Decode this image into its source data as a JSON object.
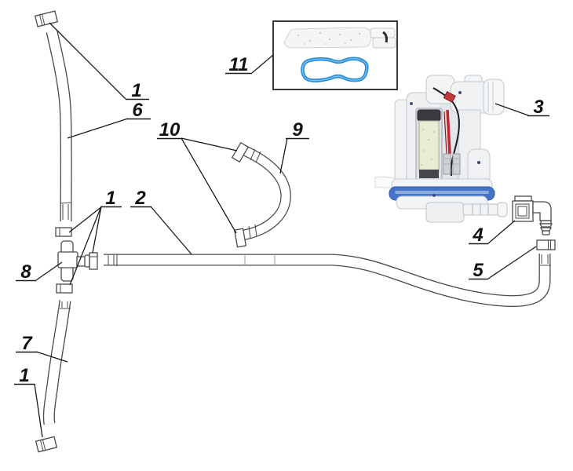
{
  "callouts": {
    "clamp_top": "1",
    "hose_upper": "6",
    "curved_hose_clamps": "10",
    "hose_curved": "9",
    "filter_gasket_kit": "11",
    "pump_module": "3",
    "elbow_connector": "4",
    "outlet_clamp": "5",
    "hose_main": "2",
    "tee_area_clamps": "1",
    "tee_fitting": "8",
    "hose_lower": "7",
    "clamp_bottom": "1"
  },
  "colors": {
    "background": "#ffffff",
    "line_art": "#4a4a4a",
    "callout_text": "#111111",
    "leader_line": "#1a1a1a",
    "gasket_blue": "#2f8fd6",
    "module_base_blue": "#4573c9",
    "pump_can_green": "#e9ecd3",
    "pump_cap_dark": "#3b3b3f",
    "wire_red": "#c1272d",
    "wire_black": "#1c1c1e",
    "plastic_white": "#eef0f2"
  }
}
